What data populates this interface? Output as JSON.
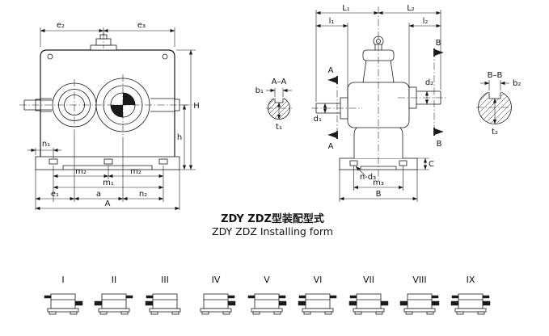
{
  "caption": {
    "title_cn": "ZDY ZDZ型装配型式",
    "title_en": "ZDY ZDZ Installing form"
  },
  "front_view": {
    "dims": {
      "e2": "e₂",
      "e3": "e₃",
      "H": "H",
      "h": "h",
      "n1": "n₁",
      "m2a": "m₂",
      "m2b": "m₂",
      "m1": "m₁",
      "e1": "e₁",
      "a": "a",
      "n2": "n₂",
      "A": "A"
    }
  },
  "side_view": {
    "dims": {
      "L1": "L₁",
      "L2": "L₂",
      "l1": "l₁",
      "l2": "l₂",
      "d1": "d₁",
      "d2": "d₂",
      "C": "C",
      "n_d3": "n-d₃",
      "m3": "m₃",
      "B_base": "B"
    },
    "section_marks": {
      "A_top": "A",
      "A_bottom": "A",
      "B_top": "B",
      "B_bottom": "B"
    }
  },
  "section_aa": {
    "title": "A–A",
    "b1": "b₁",
    "t1": "t₁"
  },
  "section_bb": {
    "title": "B–B",
    "b2": "b₂",
    "t2": "t₂"
  },
  "assembly_forms": [
    {
      "label": "I",
      "input_shaft": "left",
      "output_shaft": "right"
    },
    {
      "label": "II",
      "input_shaft": "right",
      "output_shaft": "left"
    },
    {
      "label": "III",
      "input_shaft": "left",
      "output_shaft": "left"
    },
    {
      "label": "IV",
      "input_shaft": "right",
      "output_shaft": "right"
    },
    {
      "label": "V",
      "input_shaft": "both",
      "output_shaft": "right"
    },
    {
      "label": "VI",
      "input_shaft": "both",
      "output_shaft": "left"
    },
    {
      "label": "VII",
      "input_shaft": "left",
      "output_shaft": "both"
    },
    {
      "label": "VIII",
      "input_shaft": "right",
      "output_shaft": "both"
    },
    {
      "label": "IX",
      "input_shaft": "both",
      "output_shaft": "both"
    }
  ],
  "colors": {
    "line": "#1a1a1a",
    "background": "#ffffff"
  }
}
